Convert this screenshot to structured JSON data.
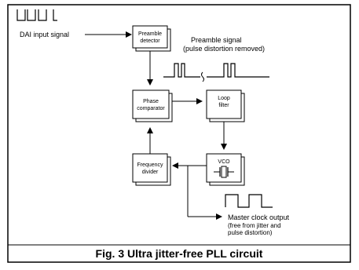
{
  "diagram": {
    "caption": "Fig. 3 Ultra jitter-free PLL circuit",
    "input_label": "DAI input signal",
    "preamble_signal_label": {
      "line1": "Preamble signal",
      "line2": "(pulse distortion removed)"
    },
    "blocks": {
      "preamble_detector": {
        "line1": "Preamble",
        "line2": "detector"
      },
      "phase_comparator": {
        "line1": "Phase",
        "line2": "comparator"
      },
      "loop_filter": {
        "line1": "Loop",
        "line2": "filter"
      },
      "vco": {
        "line1": "VCO"
      },
      "frequency_divider": {
        "line1": "Frequency",
        "line2": "divider"
      }
    },
    "output_label": {
      "line1": "Master clock output",
      "line2": "(free from jitter and",
      "line3": "pulse distortion)"
    }
  },
  "colors": {
    "ink": "#000000",
    "background": "#ffffff"
  }
}
